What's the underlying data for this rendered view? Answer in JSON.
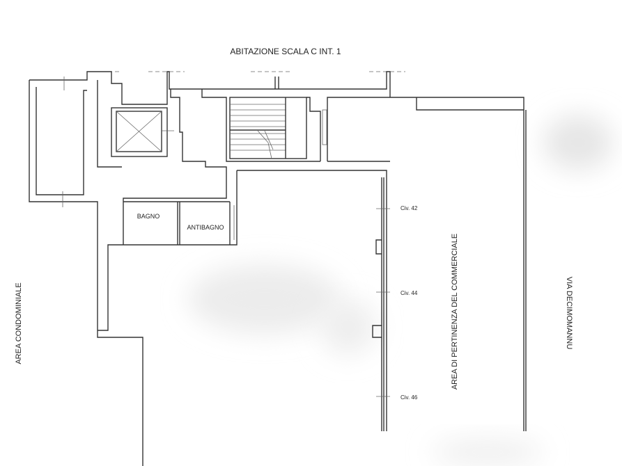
{
  "labels": {
    "top": "ABITAZIONE SCALA C INT. 1",
    "bagno": "BAGNO",
    "antibagno": "ANTIBAGNO",
    "area_condominiale": "AREA CONDOMINIALE",
    "area_pertinenza": "AREA DI PERTINENZA DEL COMMERCIALE",
    "via": "VIA DECIMOMANNU",
    "civ42": "Civ. 42",
    "civ44": "Civ. 44",
    "civ46": "Civ. 46"
  },
  "colors": {
    "wall": "#333333",
    "background": "#ffffff"
  }
}
